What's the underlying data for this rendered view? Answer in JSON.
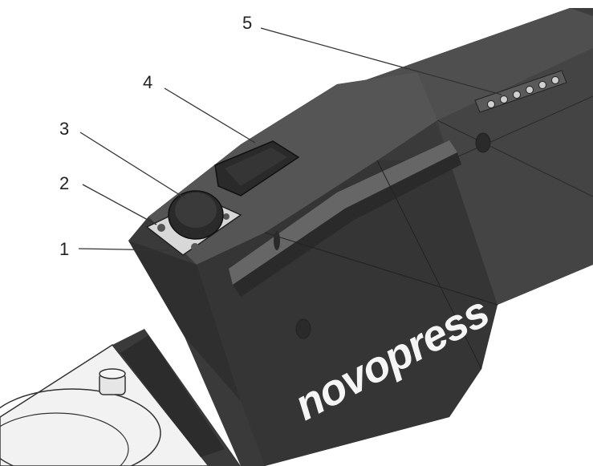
{
  "callouts": [
    {
      "label": "1"
    },
    {
      "label": "2"
    },
    {
      "label": "3"
    },
    {
      "label": "4"
    },
    {
      "label": "5"
    }
  ],
  "brand": {
    "text": "novopress"
  },
  "colors": {
    "housing_dark": "#3a3a3a",
    "housing_mid": "#4a4a4a",
    "housing_light": "#5c5c5c",
    "leader_line": "#333333",
    "metal_light": "#d8d8d8"
  }
}
